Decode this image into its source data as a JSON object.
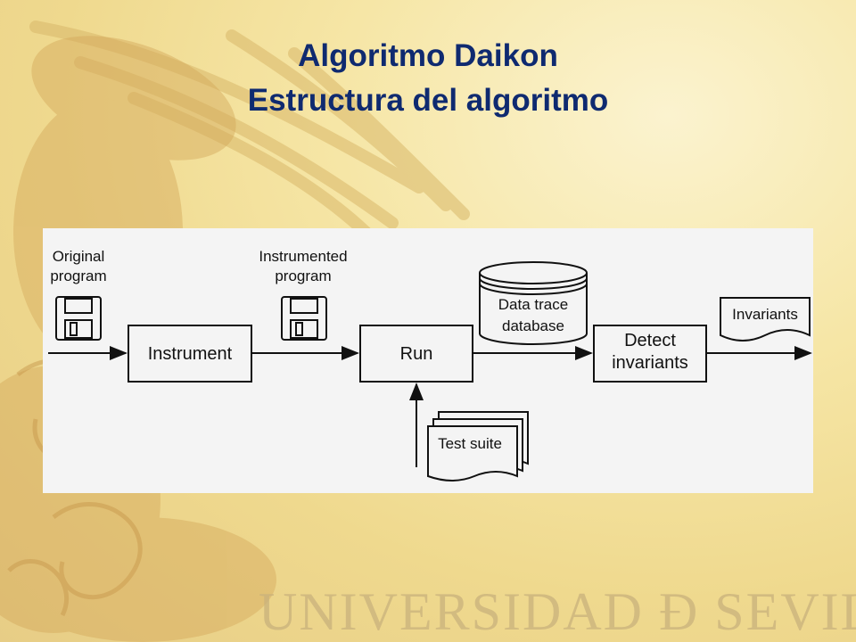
{
  "slide": {
    "title_line1": "Algoritmo Daikon",
    "title_line2": "Estructura del algoritmo",
    "footer_brand": "UNIVERSIDAD Ð SEVILLA"
  },
  "colors": {
    "title": "#0f2a70",
    "background": "#f6e6a6",
    "diagram_background": "#f4f4f4",
    "diagram_stroke": "#111111"
  },
  "diagram": {
    "original_program_line1": "Original",
    "original_program_line2": "program",
    "instrumented_program_line1": "Instrumented",
    "instrumented_program_line2": "program",
    "instrument_box": "Instrument",
    "run_box": "Run",
    "detect_line1": "Detect",
    "detect_line2": "invariants",
    "database_line1": "Data trace",
    "database_line2": "database",
    "invariants_doc": "Invariants",
    "test_suite_doc": "Test suite",
    "icons": [
      "floppy-disk-icon",
      "floppy-disk-icon",
      "database-cylinder-icon",
      "document-icon",
      "document-stack-icon"
    ]
  }
}
